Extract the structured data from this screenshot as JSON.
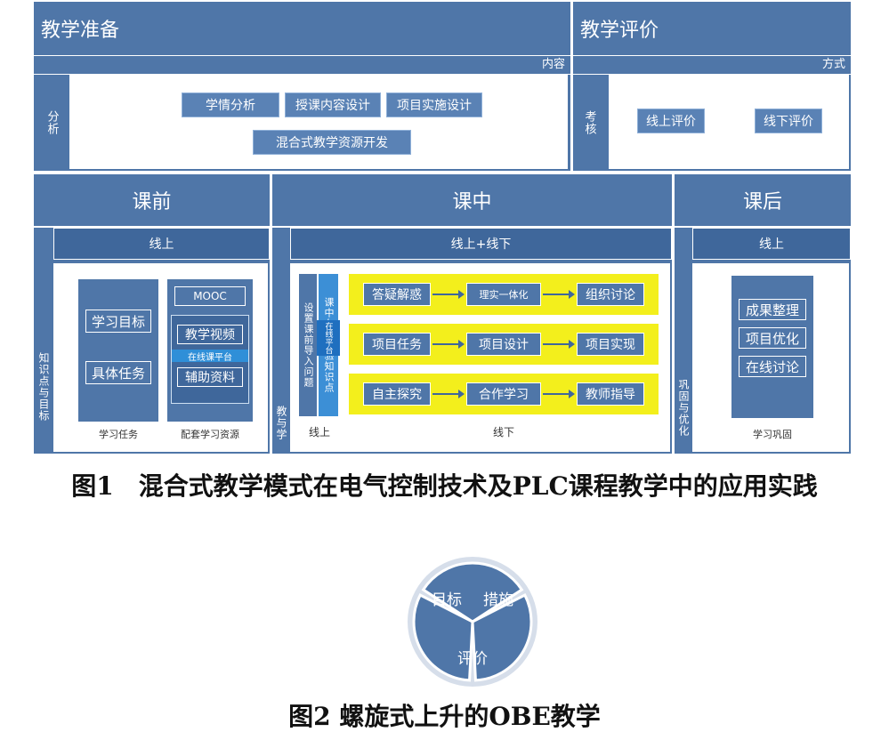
{
  "fig1": {
    "prep": {
      "title": "教学准备",
      "content_label": "内容",
      "side_label": "分析",
      "items": [
        "学情分析",
        "授课内容设计",
        "项目实施设计",
        "混合式教学资源开发"
      ]
    },
    "eval": {
      "title": "教学评价",
      "method_label": "方式",
      "side_label": "考核",
      "items": [
        "线上评价",
        "线下评价"
      ]
    },
    "pre": {
      "title": "课前",
      "sub": "线上",
      "side_label": "知识点与目标",
      "task_col": {
        "items": [
          "学习目标",
          "具体任务"
        ],
        "footer": "学习任务"
      },
      "res_col": {
        "top": "MOOC",
        "items": [
          "教学视频",
          "在线课平台",
          "辅助资料"
        ],
        "footer": "配套学习资源"
      }
    },
    "mid": {
      "title": "课中",
      "sub": "线上+线下",
      "side_label": "教与学",
      "vcol1": "设置课前导入问题",
      "vcol2": "课中在线测验知识点",
      "vcol2_tag": "在线平台",
      "online_label": "线上",
      "offline_label": "线下",
      "rows": [
        [
          "答疑解惑",
          "理实一体化",
          "组织讨论"
        ],
        [
          "项目任务",
          "项目设计",
          "项目实现"
        ],
        [
          "自主探究",
          "合作学习",
          "教师指导"
        ]
      ]
    },
    "post": {
      "title": "课后",
      "sub": "线上",
      "side_label": "巩固与优化",
      "items": [
        "成果整理",
        "项目优化",
        "在线讨论"
      ],
      "footer": "学习巩固"
    },
    "caption": "图1　混合式教学模式在电气控制技术及PLC课程教学中的应用实践"
  },
  "fig2": {
    "segments": [
      "目标",
      "措施",
      "评价"
    ],
    "caption": "图2  螺旋式上升的OBE教学",
    "colors": {
      "segment": "#4f76a8",
      "ring": "#d6deea"
    }
  }
}
